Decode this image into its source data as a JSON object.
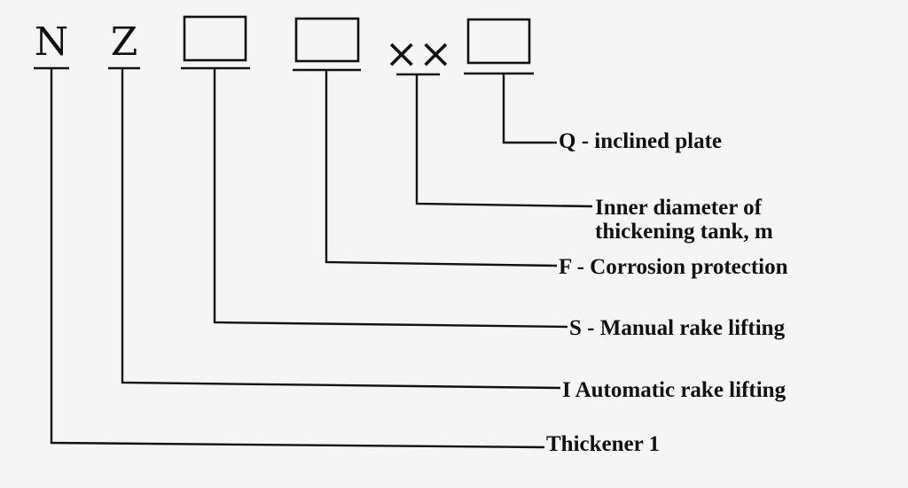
{
  "code": {
    "letter_n": "N",
    "letter_z": "Z",
    "placeholder_x": "××"
  },
  "labels": {
    "inclined_plate": "Q - inclined plate",
    "diameter_line1": "Inner diameter of",
    "diameter_line2": "thickening tank, m",
    "corrosion": "F - Corrosion protection",
    "manual_rake": "S - Manual rake lifting",
    "automatic_rake": "I Automatic rake lifting",
    "thickener": "Thickener 1"
  }
}
